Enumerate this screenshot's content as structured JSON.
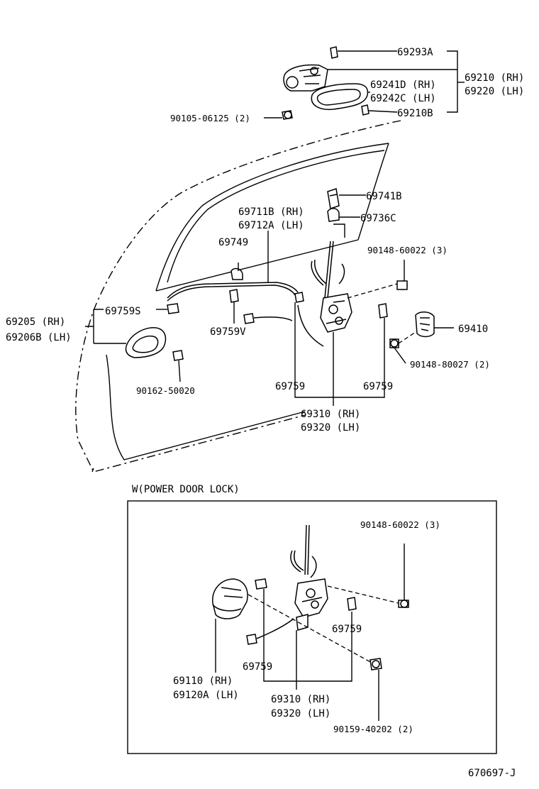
{
  "labels": {
    "p69293A": "69293A",
    "p69210RH": "69210 (RH)",
    "p69220LH": "69220 (LH)",
    "p69241D": "69241D (RH)",
    "p69242C": "69242C (LH)",
    "p69210B": "69210B",
    "p90105": "90105-06125 (2)",
    "p69741B": "69741B",
    "p69736C": "69736C",
    "p69711B": "69711B (RH)",
    "p69712A": "69712A (LH)",
    "p69749": "69749",
    "p90148a": "90148-60022 (3)",
    "p69205": "69205  (RH)",
    "p69206B": "69206B (LH)",
    "p69759S": "69759S",
    "p69759V": "69759V",
    "p69410": "69410",
    "p90148b": "90148-80027 (2)",
    "p90162": "90162-50020",
    "p69759a": "69759",
    "p69759b": "69759",
    "p69310a": "69310 (RH)",
    "p69320a": "69320 (LH)",
    "inset_title": "W(POWER DOOR LOCK)",
    "p90148c": "90148-60022 (3)",
    "p69759c": "69759",
    "p69759d": "69759",
    "p69110": "69110  (RH)",
    "p69120A": "69120A (LH)",
    "p69310b": "69310 (RH)",
    "p69320b": "69320 (LH)",
    "p90159": "90159-40202 (2)",
    "figure_code": "670697-J"
  }
}
